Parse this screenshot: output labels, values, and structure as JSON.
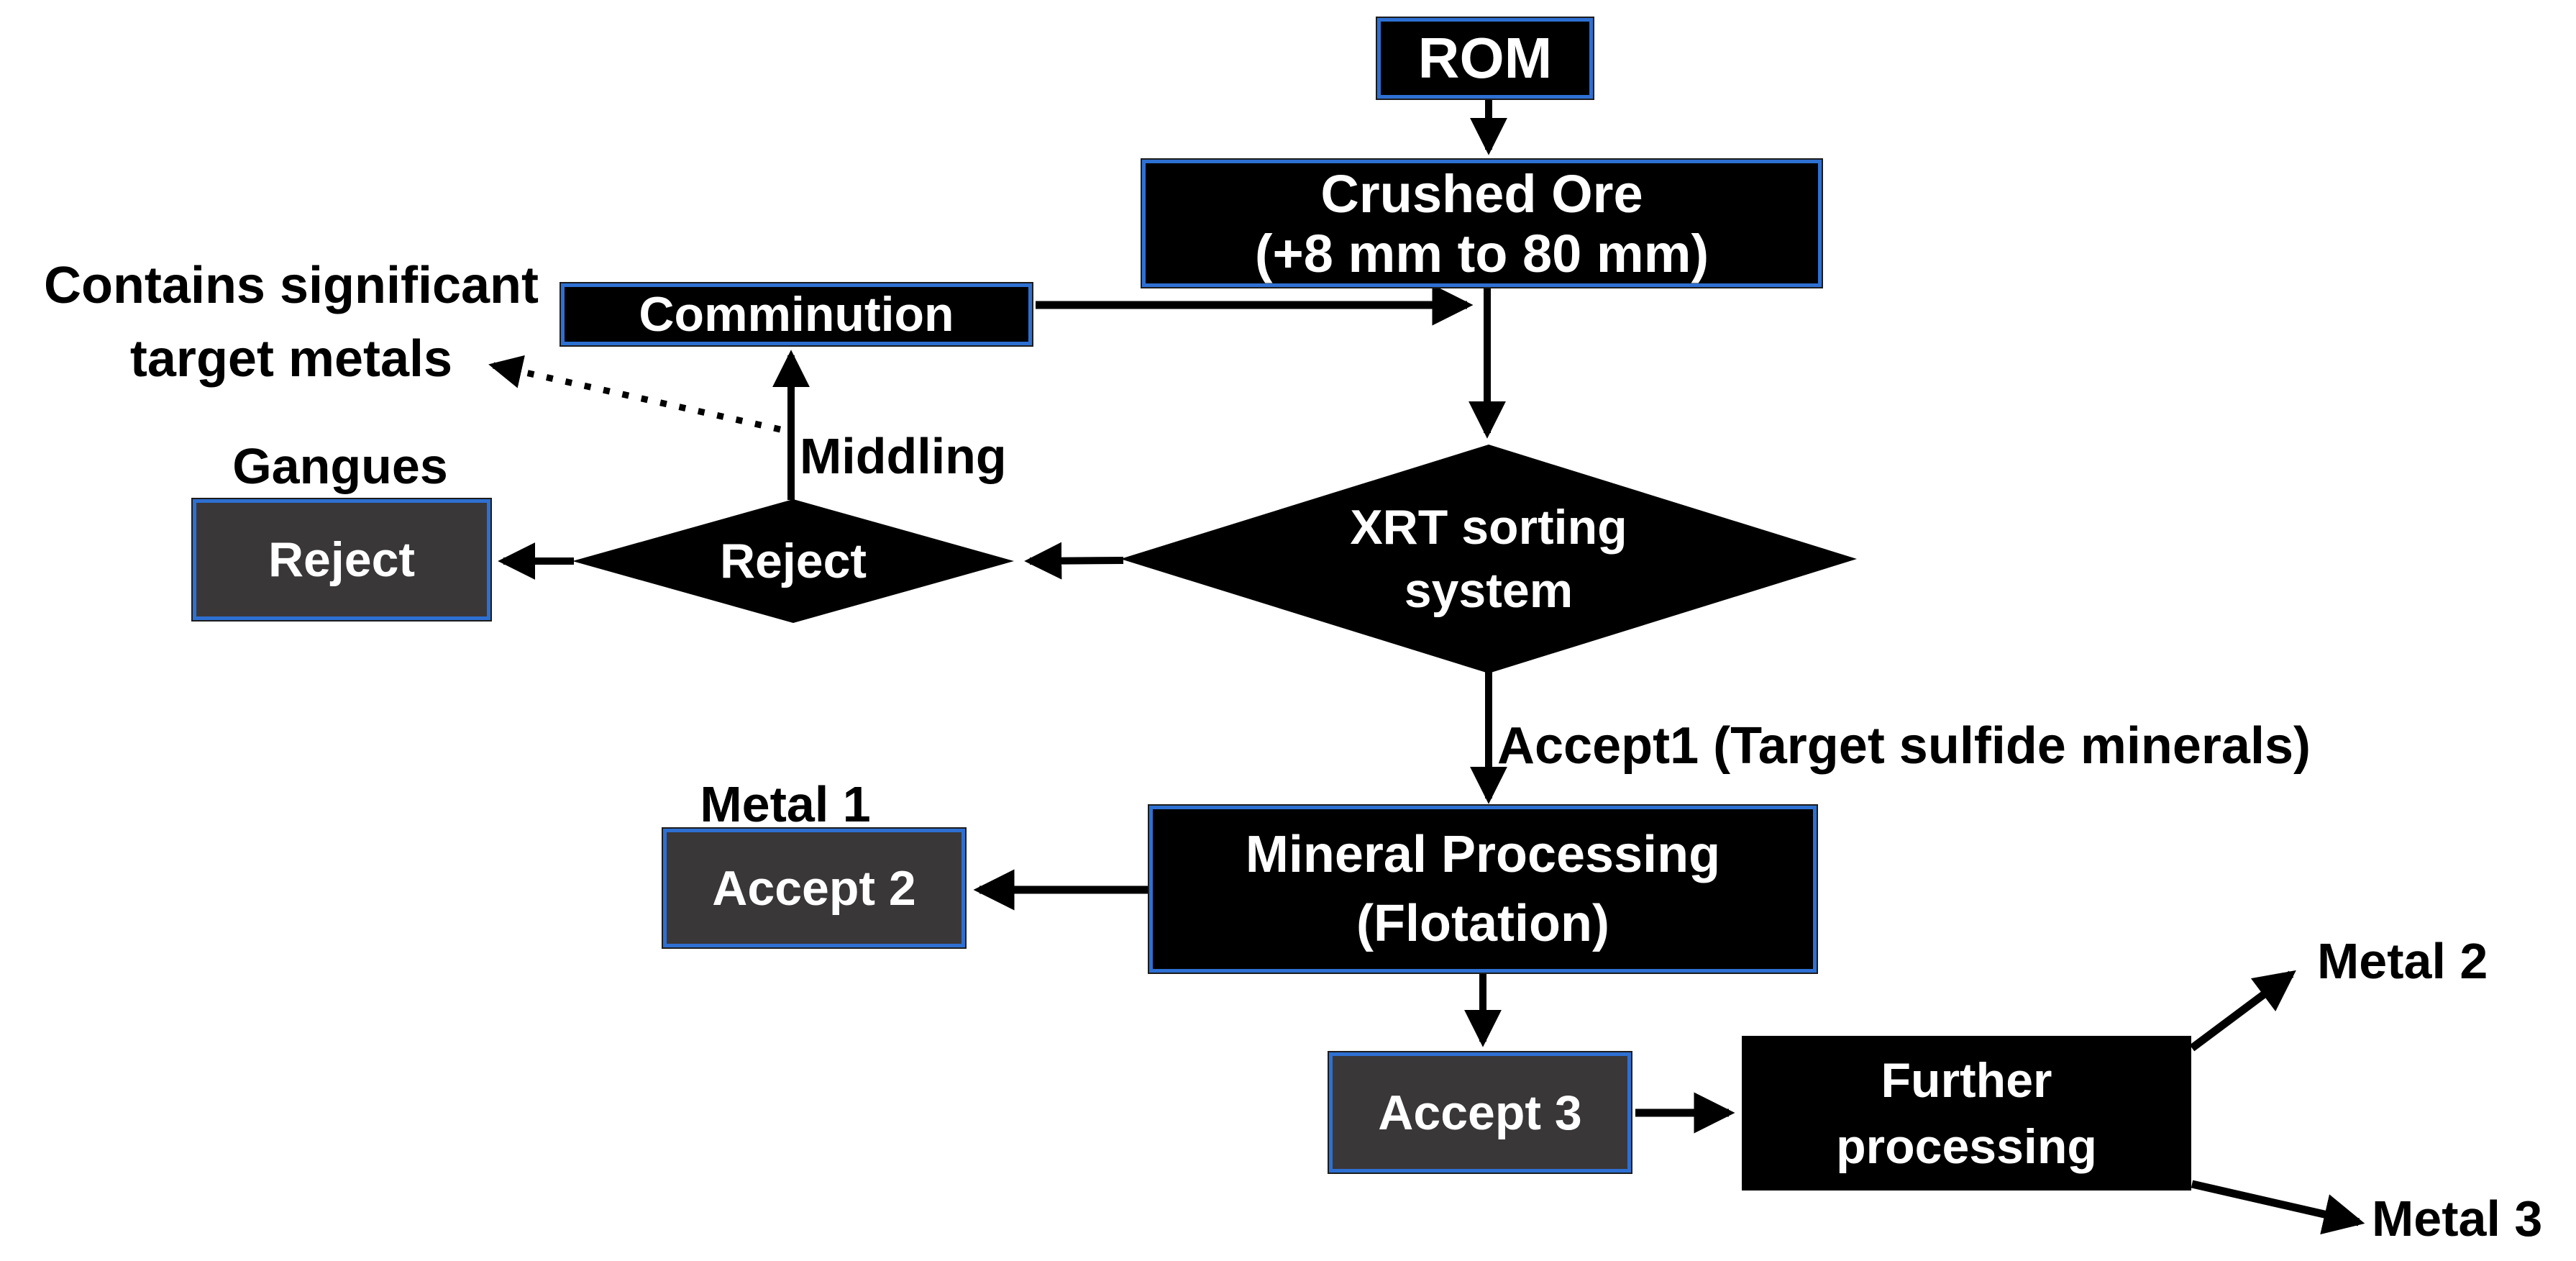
{
  "diagram": {
    "nodes": {
      "rom": {
        "label": "ROM"
      },
      "crushed_ore": {
        "label": "Crushed Ore\n(+8 mm to 80 mm)"
      },
      "comminution": {
        "label": "Comminution"
      },
      "xrt_sorting": {
        "label": "XRT sorting\nsystem"
      },
      "reject_diamond": {
        "label": "Reject"
      },
      "reject_output": {
        "label": "Reject"
      },
      "mineral_processing": {
        "label": "Mineral Processing\n(Flotation)"
      },
      "accept2": {
        "label": "Accept 2"
      },
      "accept3": {
        "label": "Accept 3"
      },
      "further_processing": {
        "label": "Further\nprocessing"
      }
    },
    "annotations": {
      "contains_significant": "Contains significant\ntarget metals",
      "gangues": "Gangues",
      "middling": "Middling",
      "accept1": "Accept1 (Target sulfide minerals)",
      "metal1": "Metal 1",
      "metal2": "Metal 2",
      "metal3": "Metal 3"
    },
    "colors": {
      "background": "#ffffff",
      "process_box_fill": "#000000",
      "box_border_accent": "#2e70d2",
      "output_box_fill": "#3a3738",
      "text_on_dark": "#ffffff",
      "text_dark": "#000000",
      "arrow": "#000000"
    }
  }
}
